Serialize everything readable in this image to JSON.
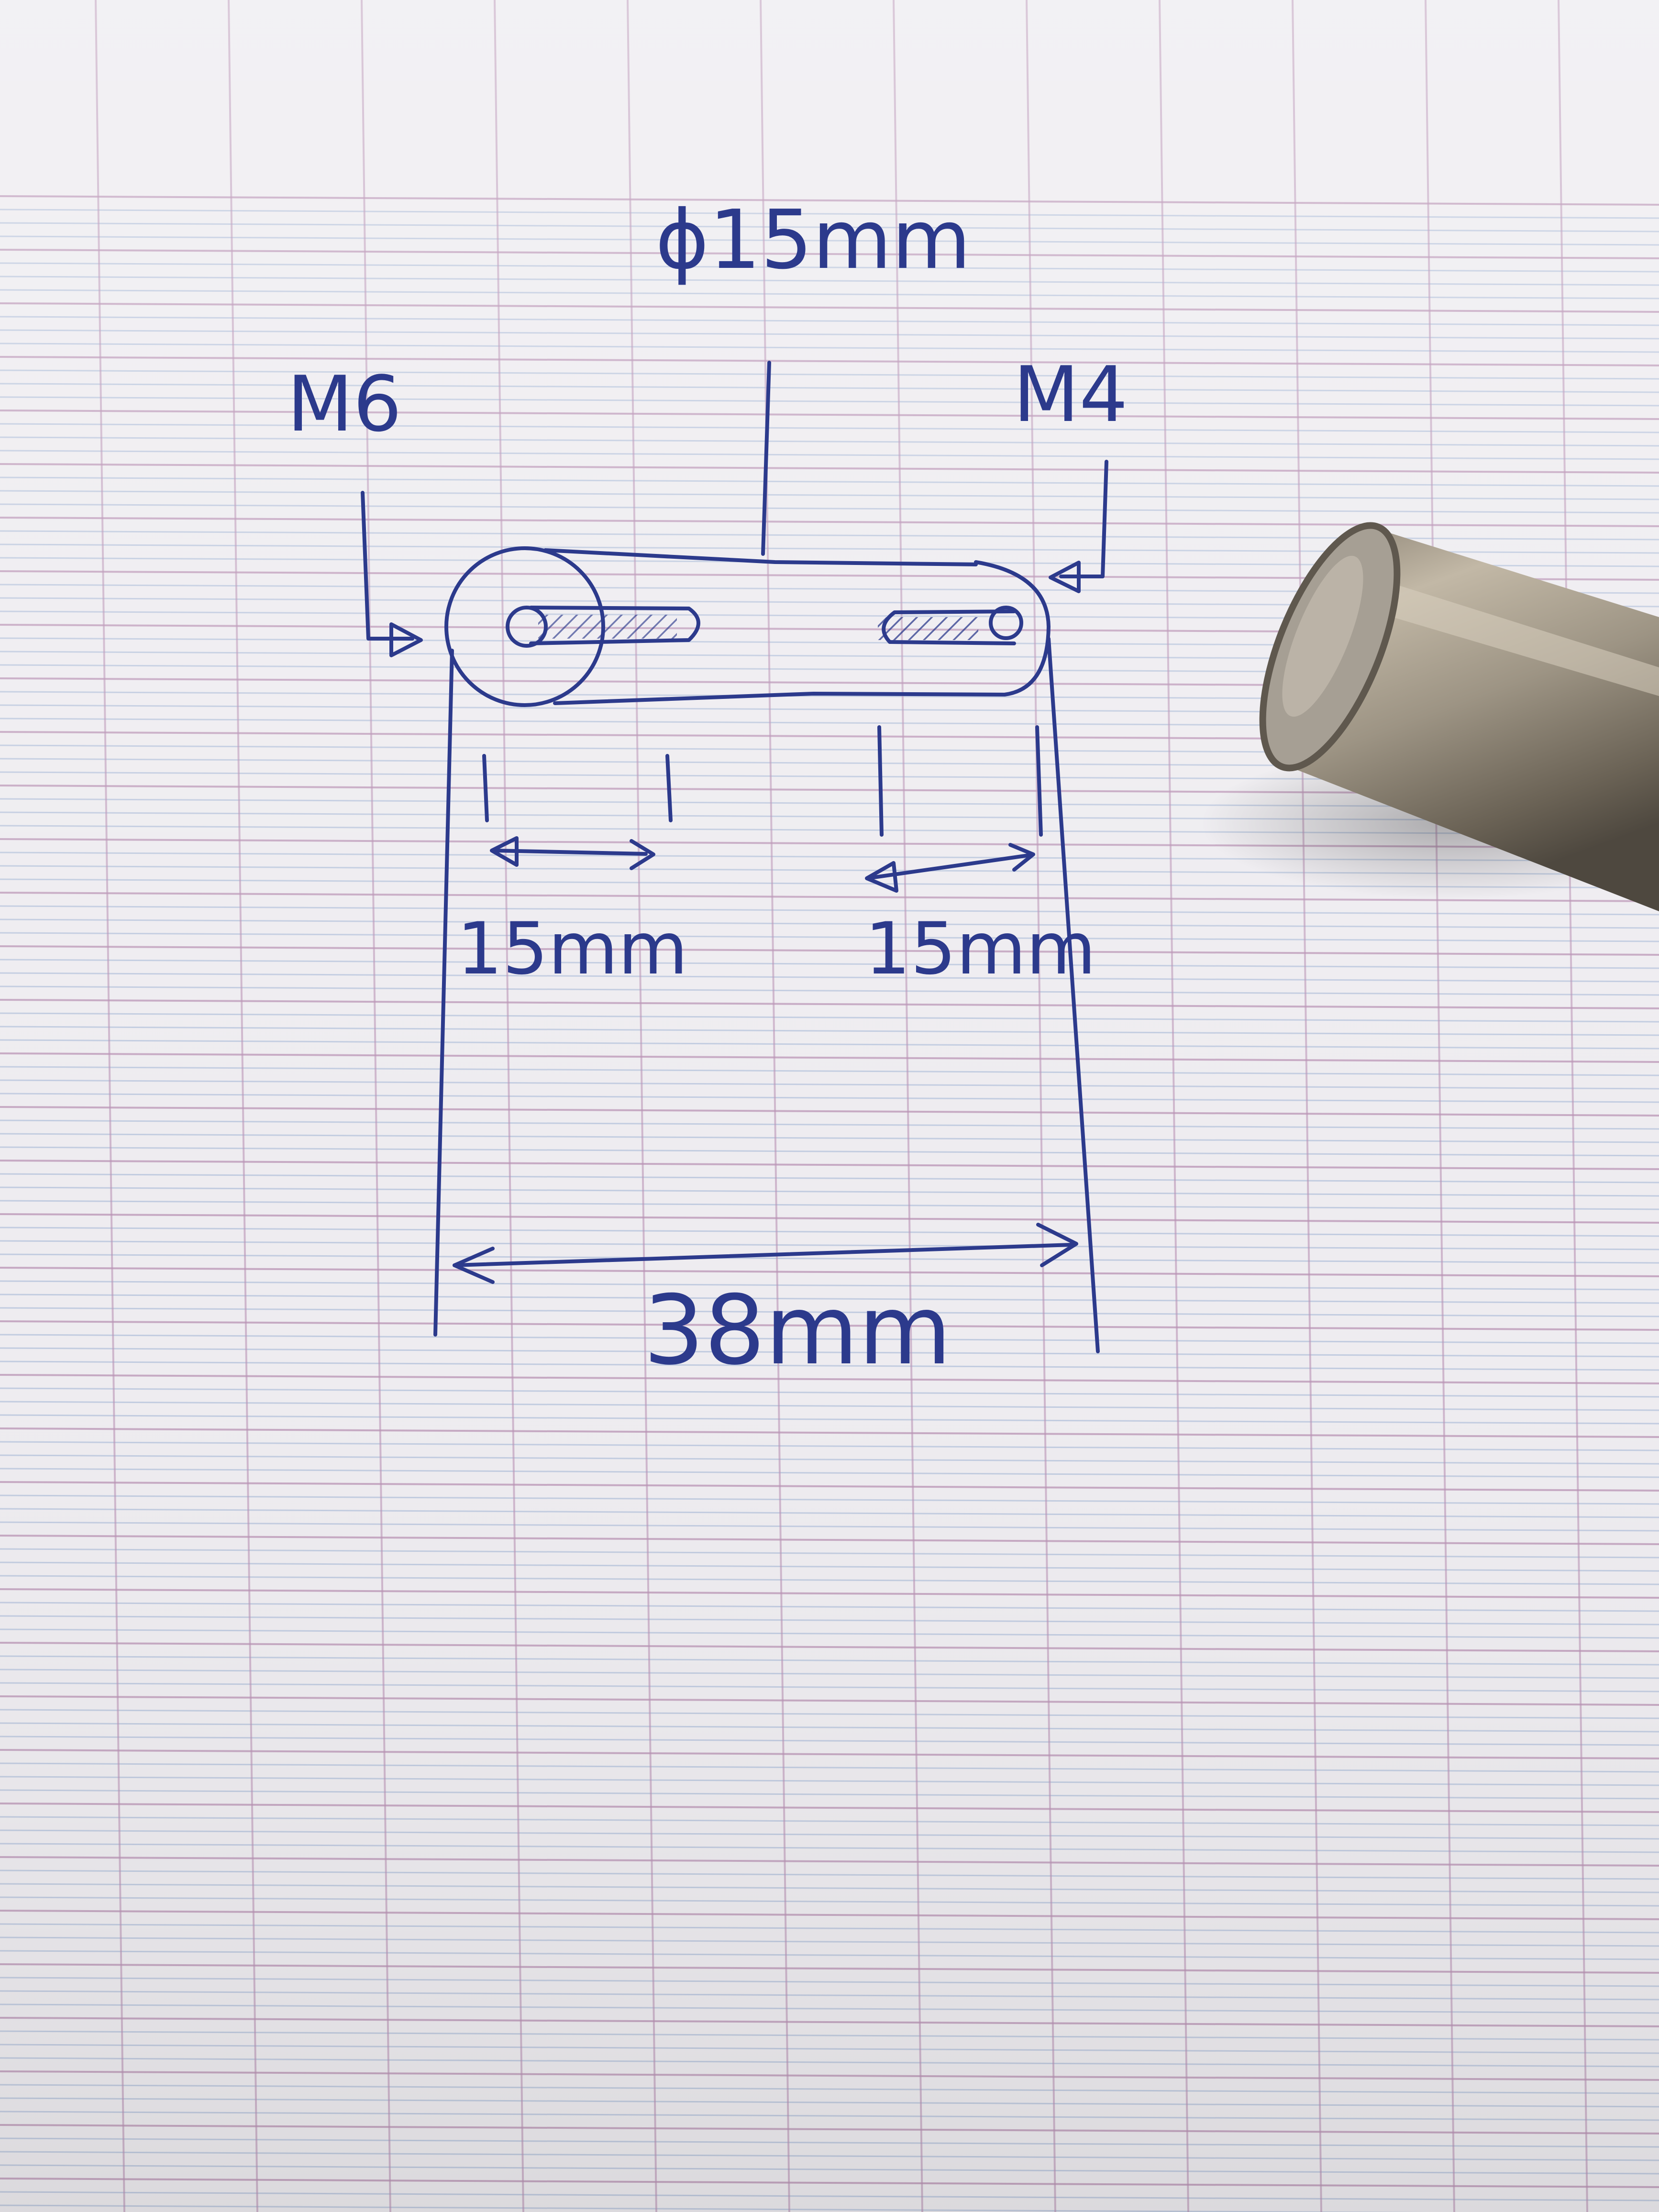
{
  "sheet": {
    "kind": "french-ruled-graph-paper",
    "colors": {
      "paper": "#eeecf0",
      "paper_shadow": "#cfcbd6",
      "blue_rule": "#9fb3d4",
      "pink_rule": "#b993b5",
      "ink": "#2c3a8c"
    }
  },
  "drawing": {
    "diameter_label": "ϕ15mm",
    "left_thread_label": "M6",
    "right_thread_label": "M4",
    "left_hole_depth_label": "15mm",
    "right_hole_depth_label": "15mm",
    "overall_length_label": "38mm"
  },
  "photo_object": {
    "name": "round-metal-bar-stock",
    "colors": {
      "metal_light": "#c2b8a6",
      "metal_dark": "#6a6255",
      "end_face": "#a69f94"
    }
  }
}
